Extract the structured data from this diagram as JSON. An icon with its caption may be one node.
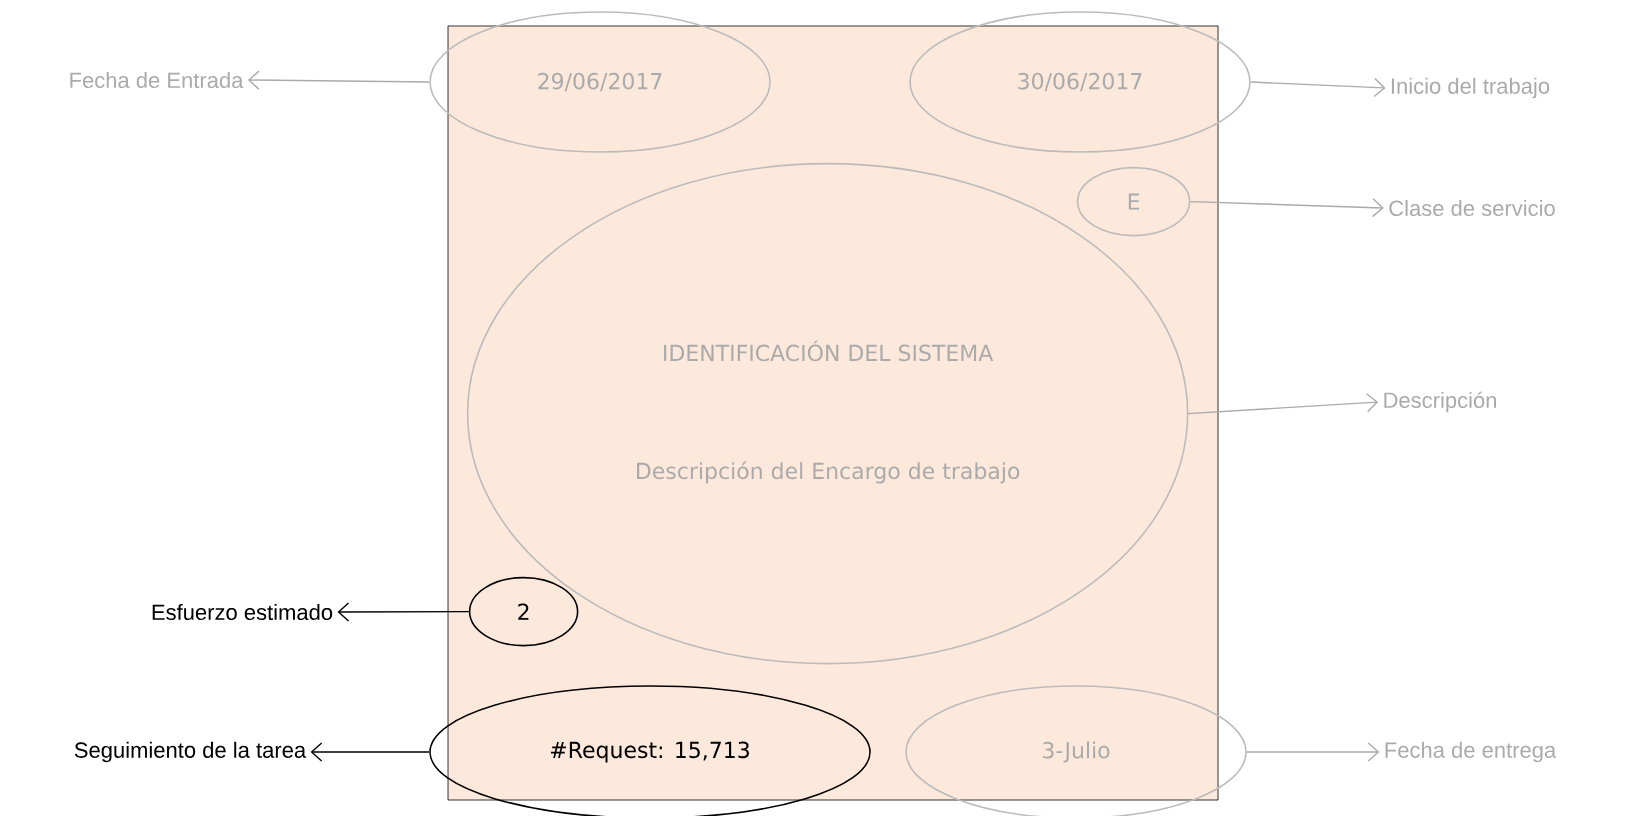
{
  "diagram": {
    "nodes": [
      {
        "text": [],
        "shape": "box"
      },
      {
        "text": [
          "29/06/2017"
        ]
      },
      {
        "text": [
          "30/06/2017"
        ]
      },
      {
        "text": [
          "E"
        ],
        "in": 0
      },
      {
        "text": [
          "IDENTIFICACIÓN DEL SISTEMA",
          "Descripción del Encargo de trabajo"
        ],
        "in": 0
      },
      {
        "text": [
          "2"
        ],
        "in": 0
      },
      {
        "text": [
          "#Request: 15,713"
        ]
      },
      {
        "text": [
          "3-Julio"
        ]
      },
      {
        "text": [
          "Fecha de Entrada"
        ]
      },
      {
        "text": [
          "Inicio del trabajo"
        ]
      },
      {
        "text": [
          "Clase de servicio"
        ]
      },
      {
        "text": [
          "Descripción"
        ]
      },
      {
        "text": [
          "Esfuerzo estimado"
        ]
      },
      {
        "text": [
          "Seguimiento de la tarea"
        ]
      },
      {
        "text": [
          "Fecha de entrega"
        ]
      }
    ],
    "edges": [
      {
        "from": 1,
        "to": 8,
        "arrow": "to"
      },
      {
        "from": 2,
        "to": 9,
        "arrow": "to"
      },
      {
        "from": 3,
        "to": 10,
        "arrow": "to"
      },
      {
        "from": 4,
        "to": 11,
        "arrow": "to"
      },
      {
        "from": 5,
        "to": 12,
        "arrow": "to",
        "color": "#000000"
      },
      {
        "from": 6,
        "to": 13,
        "arrow": "to",
        "color": "#000000"
      },
      {
        "from": 7,
        "to": 14,
        "arrow": "to"
      }
    ]
  }
}
